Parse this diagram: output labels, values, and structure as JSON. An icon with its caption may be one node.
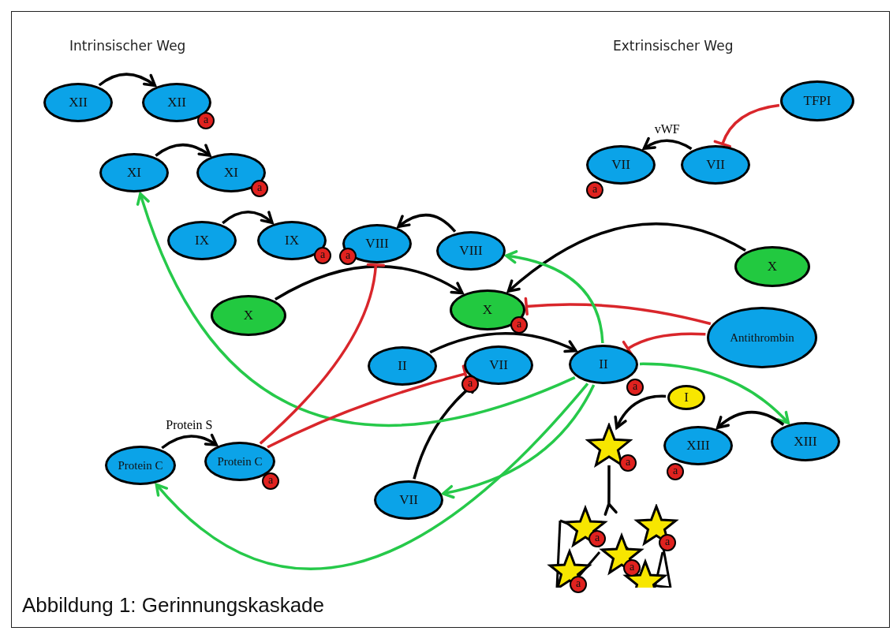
{
  "diagram": {
    "caption": "Abbildung 1: Gerinnungskaskade",
    "nodes": [
      {
        "text": [
          "XII"
        ]
      },
      {
        "text": [
          "XII",
          "a"
        ]
      },
      {
        "text": [
          "TFPI"
        ]
      },
      {
        "text": [
          "XI"
        ]
      },
      {
        "text": [
          "XI",
          "a"
        ]
      },
      {
        "text": [
          "VII",
          "a"
        ]
      },
      {
        "text": [
          "VII"
        ]
      },
      {
        "text": [
          "IX"
        ]
      },
      {
        "text": [
          "IX",
          "a"
        ]
      },
      {
        "text": [
          "VIII",
          "a"
        ]
      },
      {
        "text": [
          "VIII"
        ]
      },
      {
        "text": [
          "X"
        ]
      },
      {
        "text": [
          "X"
        ]
      },
      {
        "text": [
          "X",
          "a"
        ]
      },
      {
        "text": [
          "Antithrombin"
        ]
      },
      {
        "text": [
          "II"
        ]
      },
      {
        "text": [
          "VII",
          "a"
        ]
      },
      {
        "text": [
          "II",
          "a"
        ]
      },
      {
        "text": [
          "I"
        ]
      },
      {
        "text": [
          "a"
        ]
      },
      {
        "text": [
          "XIII",
          "a"
        ]
      },
      {
        "text": [
          "XIII"
        ]
      },
      {
        "text": [
          "Protein C"
        ]
      },
      {
        "text": [
          "Protein C",
          "a"
        ]
      },
      {
        "text": [
          "VII"
        ]
      },
      {
        "text": [],
        "shape": "picture"
      }
    ],
    "edges": [
      {
        "from": 0,
        "to": 1,
        "arrow": "to"
      },
      {
        "from": 3,
        "to": 4,
        "arrow": "to"
      },
      {
        "from": 7,
        "to": 8,
        "arrow": "to"
      },
      {
        "from": 10,
        "to": 9,
        "arrow": "to"
      },
      {
        "from": 6,
        "to": 5,
        "arrow": "to",
        "label": "vWF"
      },
      {
        "from": 2,
        "to": 6,
        "arrow": "other",
        "color": "#d9262b"
      },
      {
        "from": 11,
        "to": 13,
        "arrow": "to"
      },
      {
        "from": 12,
        "to": 13,
        "arrow": "to"
      },
      {
        "from": 14,
        "to": 13,
        "arrow": "other",
        "color": "#d9262b"
      },
      {
        "from": 14,
        "to": 17,
        "arrow": "other",
        "color": "#d9262b"
      },
      {
        "from": 15,
        "to": 17,
        "arrow": "to"
      },
      {
        "from": 24,
        "to": 16,
        "arrow": "to"
      },
      {
        "from": 17,
        "to": 10,
        "arrow": "to",
        "color": "#26c94a"
      },
      {
        "from": 17,
        "to": 3,
        "arrow": "to",
        "color": "#26c94a"
      },
      {
        "from": 17,
        "to": 24,
        "arrow": "to",
        "color": "#26c94a"
      },
      {
        "from": 17,
        "to": 22,
        "arrow": "to",
        "color": "#26c94a"
      },
      {
        "from": 17,
        "to": 21,
        "arrow": "to",
        "color": "#26c94a"
      },
      {
        "from": 21,
        "to": 20,
        "arrow": "to"
      },
      {
        "from": 18,
        "to": 19,
        "arrow": "to"
      },
      {
        "from": 19,
        "to": 25,
        "arrow": "to"
      },
      {
        "from": 23,
        "to": 9,
        "arrow": "other",
        "color": "#d9262b"
      },
      {
        "from": 23,
        "to": 16,
        "arrow": "other",
        "color": "#d9262b"
      },
      {
        "from": 22,
        "to": 23,
        "arrow": "to",
        "label": "Protein S"
      }
    ],
    "labels": [
      "Intrinsischer Weg",
      "Extrinsischer Weg",
      "a",
      "a",
      "a",
      "a"
    ]
  }
}
